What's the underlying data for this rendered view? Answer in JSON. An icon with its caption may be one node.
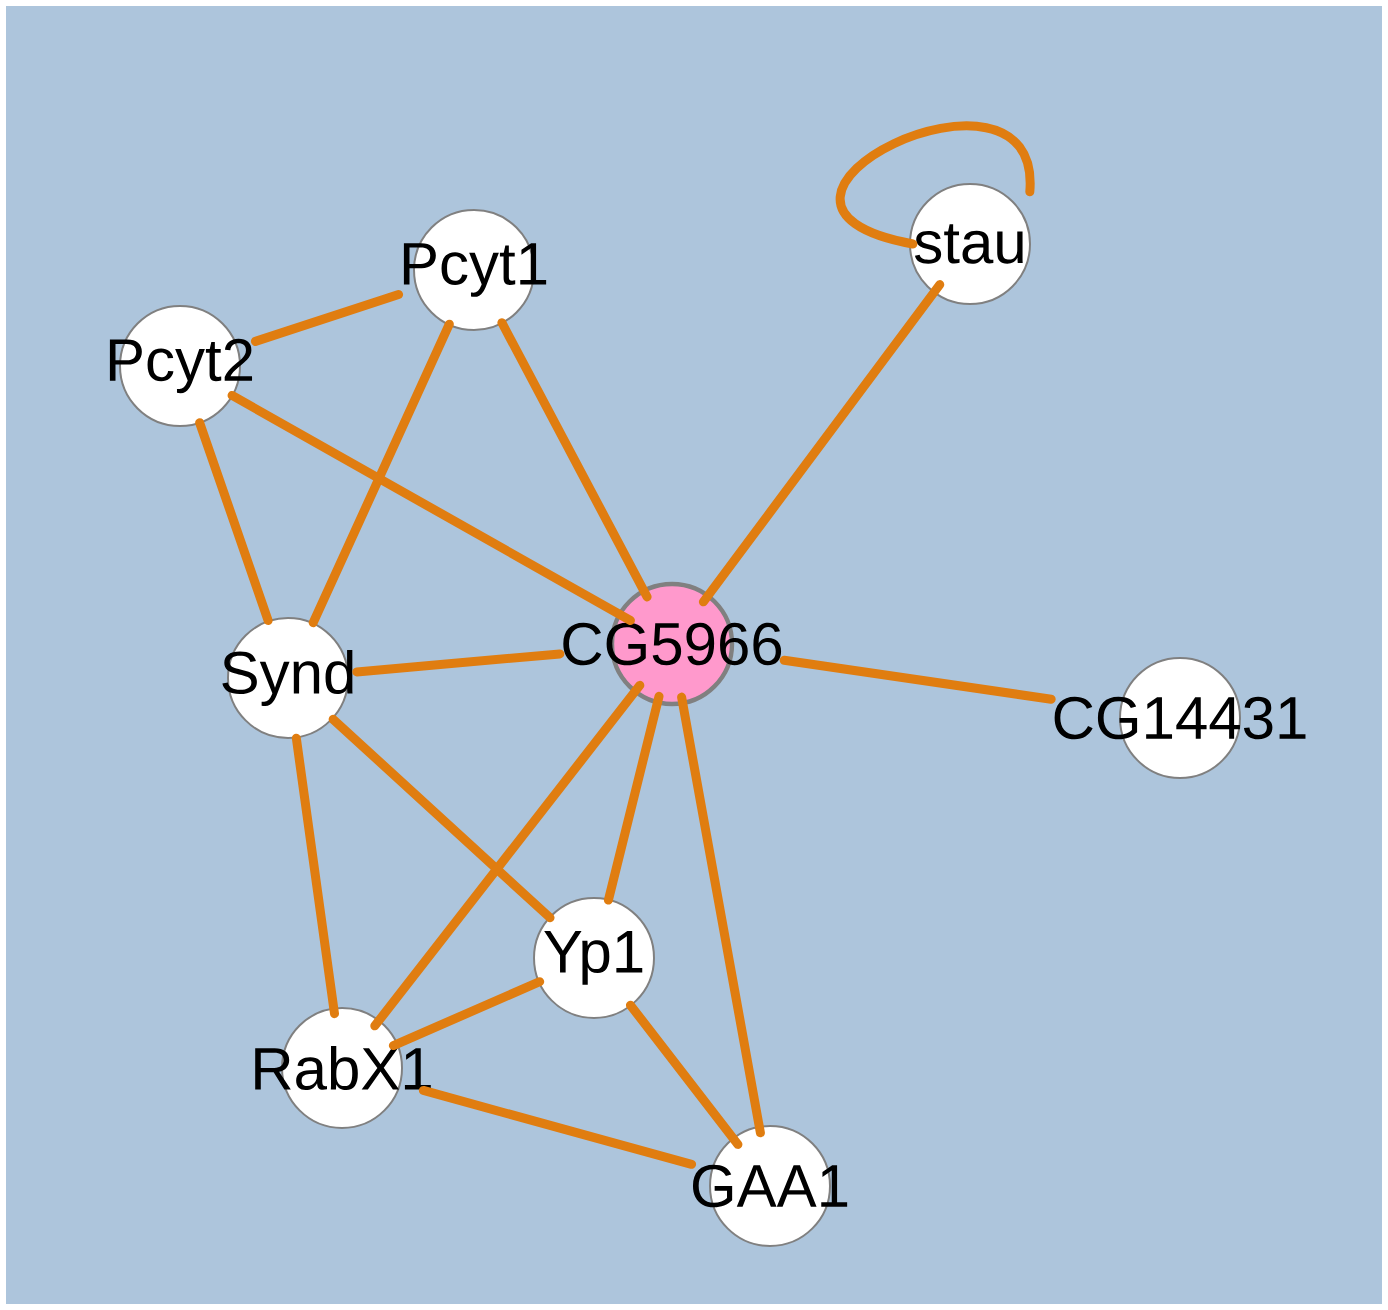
{
  "diagram": {
    "nodes": [
      {
        "text": [
          "Pcyt1"
        ]
      },
      {
        "text": [
          "Pcyt2"
        ]
      },
      {
        "text": [
          "stau"
        ]
      },
      {
        "text": [
          "Synd"
        ]
      },
      {
        "text": [
          "CG5966"
        ]
      },
      {
        "text": [
          "CG14431"
        ]
      },
      {
        "text": [
          "Yp1"
        ]
      },
      {
        "text": [
          "RabX1"
        ]
      },
      {
        "text": [
          "GAA1"
        ]
      }
    ],
    "edges": [
      {
        "from": 1,
        "to": 0,
        "arrow": "none"
      },
      {
        "from": 1,
        "to": 4,
        "arrow": "none"
      },
      {
        "from": 1,
        "to": 3,
        "arrow": "none"
      },
      {
        "from": 0,
        "to": 3,
        "arrow": "none"
      },
      {
        "from": 0,
        "to": 4,
        "arrow": "none"
      },
      {
        "from": 2,
        "to": 2,
        "arrow": "none"
      },
      {
        "from": 2,
        "to": 4,
        "arrow": "none"
      },
      {
        "from": 3,
        "to": 4,
        "arrow": "none"
      },
      {
        "from": 3,
        "to": 7,
        "arrow": "none"
      },
      {
        "from": 3,
        "to": 6,
        "arrow": "none"
      },
      {
        "from": 4,
        "to": 5,
        "arrow": "none"
      },
      {
        "from": 4,
        "to": 7,
        "arrow": "none"
      },
      {
        "from": 4,
        "to": 6,
        "arrow": "none"
      },
      {
        "from": 4,
        "to": 8,
        "arrow": "none"
      },
      {
        "from": 6,
        "to": 7,
        "arrow": "none"
      },
      {
        "from": 6,
        "to": 8,
        "arrow": "none"
      },
      {
        "from": 7,
        "to": 8,
        "arrow": "none"
      }
    ]
  }
}
